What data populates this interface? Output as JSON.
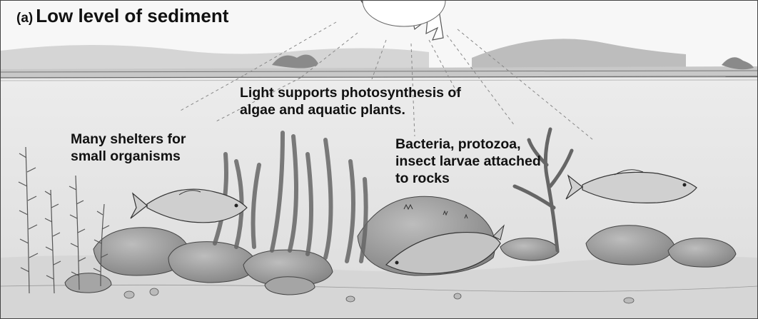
{
  "title": {
    "prefix": "(a)",
    "text": "Low level of sediment"
  },
  "labels": {
    "light": [
      "Light supports photosynthesis of",
      "algae and aquatic plants."
    ],
    "shelters": [
      "Many shelters for",
      "small organisms"
    ],
    "bacteria": [
      "Bacteria, protozoa,",
      "insect larvae attached",
      "to rocks"
    ]
  },
  "icons": {
    "sun": "sun-icon",
    "fish": "fish-icon",
    "rock": "rock-icon",
    "plant": "aquatic-plant-icon"
  },
  "colors": {
    "sky": "#f7f7f7",
    "water": "#e9e9e9",
    "rock": "#9a9a9a",
    "sediment": "#d6d6d6",
    "line": "#333333"
  }
}
